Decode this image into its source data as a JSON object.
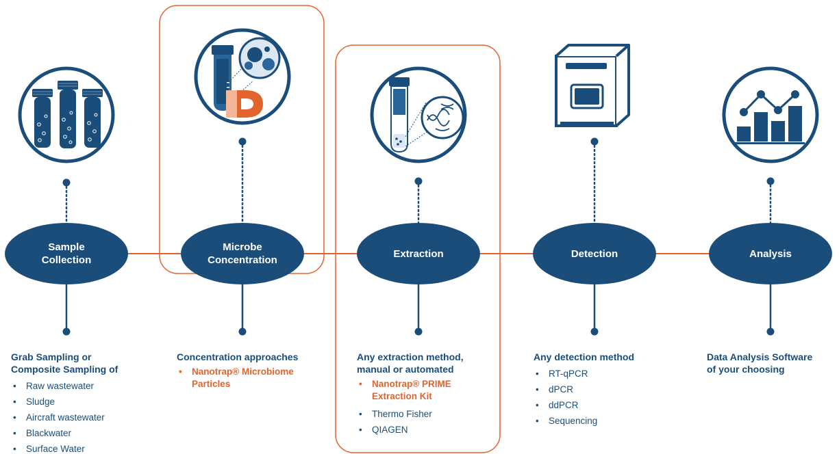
{
  "colors": {
    "navy": "#1a4d7a",
    "accent": "#e2632c",
    "light": "#dbe7f2"
  },
  "steps": [
    {
      "label": "Sample\nCollection",
      "icon": "sample-tubes-icon",
      "heading": "Grab Sampling or\nComposite Sampling of",
      "items": [
        "Raw wastewater",
        "Sludge",
        "Aircraft wastewater",
        "Blackwater",
        "Surface Water"
      ],
      "highlight": []
    },
    {
      "label": "Microbe\nConcentration",
      "icon": "nanotrap-magnet-icon",
      "heading": "Concentration approaches",
      "items": [],
      "highlight": [
        "Nanotrap® Microbiome\nParticles"
      ]
    },
    {
      "label": "Extraction",
      "icon": "dna-tube-icon",
      "heading": "Any extraction method,\nmanual or automated",
      "items": [
        "Thermo Fisher",
        "QIAGEN"
      ],
      "highlight": [
        "Nanotrap® PRIME\nExtraction Kit"
      ]
    },
    {
      "label": "Detection",
      "icon": "pcr-instrument-icon",
      "heading": "Any detection method",
      "items": [
        "RT-qPCR",
        "dPCR",
        "ddPCR",
        "Sequencing"
      ],
      "highlight": []
    },
    {
      "label": "Analysis",
      "icon": "analytics-chart-icon",
      "heading": "Data Analysis Software\nof your choosing",
      "items": [],
      "highlight": []
    }
  ]
}
